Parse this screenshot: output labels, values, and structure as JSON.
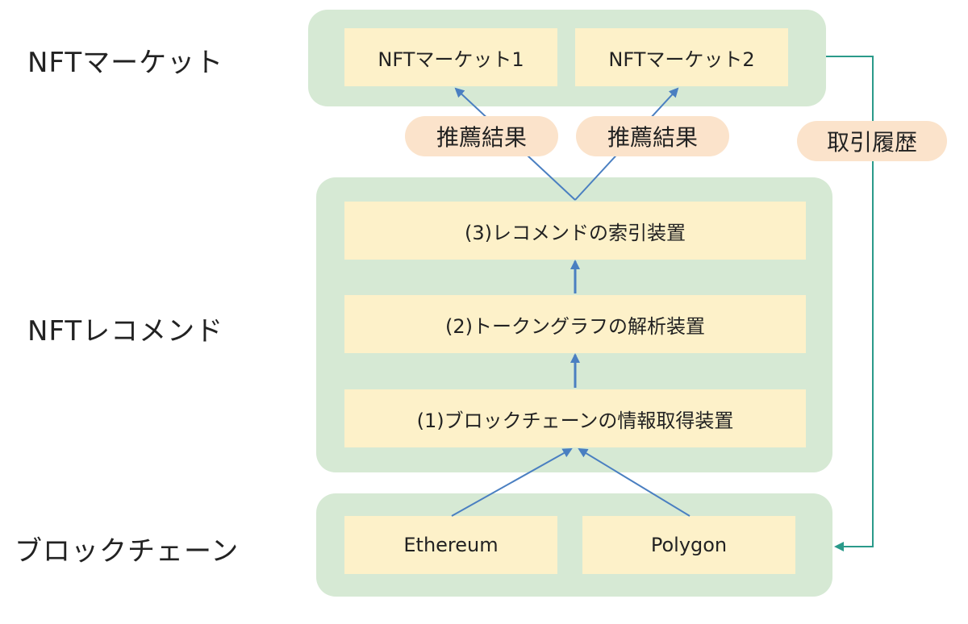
{
  "layers": {
    "market": "NFTマーケット",
    "recommend": "NFTレコメンド",
    "blockchain": "ブロックチェーン"
  },
  "market_boxes": [
    "NFTマーケット1",
    "NFTマーケット2"
  ],
  "recommend_boxes": {
    "indexer": "(3)レコメンドの索引装置",
    "analyzer": "(2)トークングラフの解析装置",
    "fetcher": "(1)ブロックチェーンの情報取得装置"
  },
  "chain_boxes": [
    "Ethereum",
    "Polygon"
  ],
  "edge_labels": {
    "result_1": "推薦結果",
    "result_2": "推薦結果",
    "history": "取引履歴"
  },
  "colors": {
    "panel": "#d6e9d4",
    "box": "#fdf1c9",
    "pill": "#fbe3cb",
    "arrow_blue": "#4a7fc1",
    "arrow_teal": "#2a9a8a"
  }
}
